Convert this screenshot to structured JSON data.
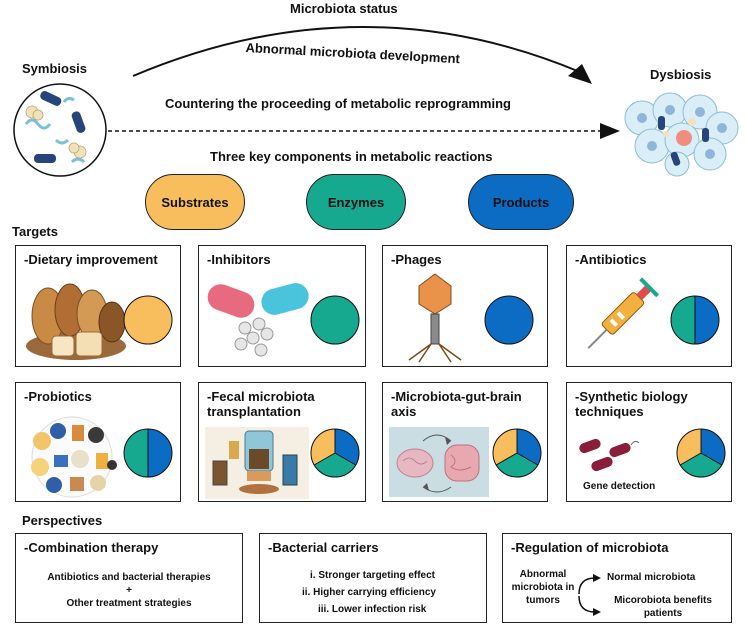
{
  "header": {
    "status": "Microbiota status",
    "arc_label": "Abnormal microbiota development",
    "symbiosis": "Symbiosis",
    "dysbiosis": "Dysbiosis",
    "countering": "Countering the proceeding of metabolic reprogramming",
    "components": "Three key components in metabolic reactions"
  },
  "components": [
    {
      "label": "Substrates",
      "color": "#f8be5e"
    },
    {
      "label": "Enzymes",
      "color": "#17a890"
    },
    {
      "label": "Products",
      "color": "#0c6bc2"
    }
  ],
  "targets": {
    "title": "Targets",
    "items": [
      {
        "label": "-Dietary improvement"
      },
      {
        "label": "-Inhibitors"
      },
      {
        "label": "-Phages"
      },
      {
        "label": "-Antibiotics"
      },
      {
        "label": "-Probiotics"
      },
      {
        "label": "-Fecal microbiota transplantation"
      },
      {
        "label": "-Microbiota-gut-brain axis"
      },
      {
        "label": "-Synthetic biology techniques",
        "note": "Gene detection"
      }
    ]
  },
  "perspectives": {
    "title": "Perspectives",
    "combination": {
      "title": "-Combination therapy",
      "line1": "Antibiotics and bacterial therapies",
      "plus": "+",
      "line2": "Other treatment strategies"
    },
    "carriers": {
      "title": "-Bacterial carriers",
      "items": [
        "i. Stronger targeting effect",
        "ii. Higher carrying efficiency",
        "iii. Lower infection risk"
      ]
    },
    "regulation": {
      "title": "-Regulation of microbiota",
      "source": "Abnormal microbiota in tumors",
      "out1": "Normal microbiota",
      "out2": "Micorobiota benefits patients"
    }
  }
}
